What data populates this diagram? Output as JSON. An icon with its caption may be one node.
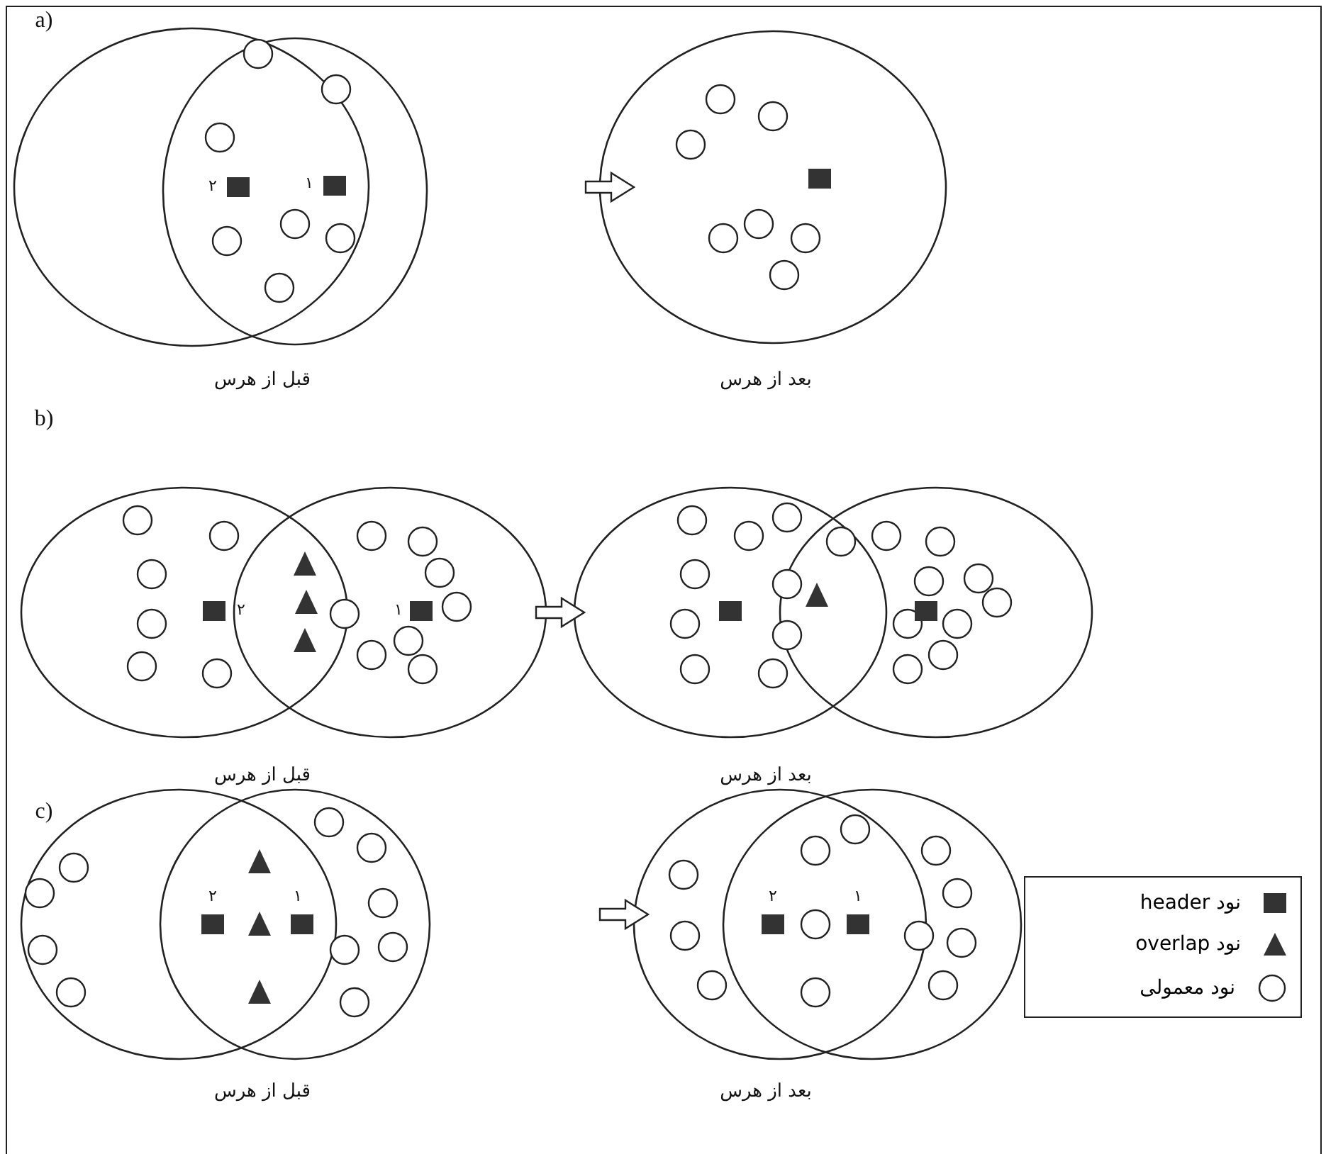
{
  "diagram": {
    "labels": [
      "a)",
      "۲",
      "۱",
      "قبل از هرس",
      "بعد از هرس",
      "b)",
      "۲",
      "۱",
      "قبل از هرس",
      "بعد از هرس",
      "c)",
      "۲",
      "۱",
      "۲",
      "۱",
      "قبل از هرس",
      "بعد از هرس"
    ],
    "legend": [
      {
        "text": "نود header"
      },
      {
        "text": "نود overlap"
      },
      {
        "text": "نود معمولی"
      }
    ]
  }
}
